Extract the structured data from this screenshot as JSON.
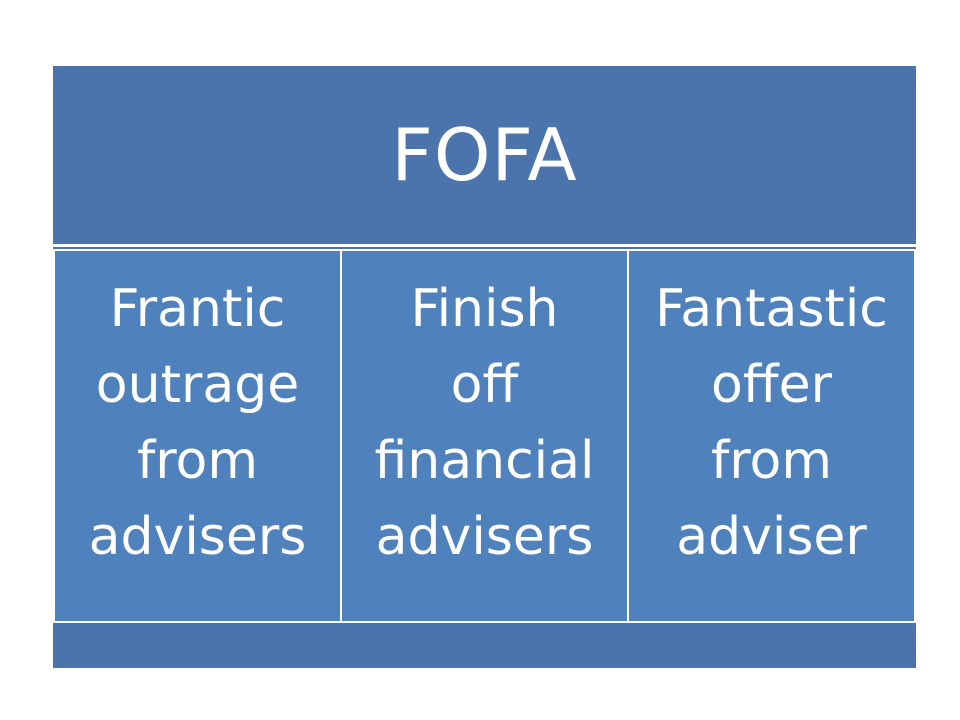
{
  "diagram": {
    "title": "FOFA",
    "boxes": [
      {
        "text": "Frantic\noutrage\nfrom\nadvisers"
      },
      {
        "text": "Finish\noff\nfinancial\nadvisers"
      },
      {
        "text": "Fantastic\noffer\nfrom\nadviser"
      }
    ]
  },
  "colors": {
    "header_background": "#4a74ab",
    "box_background": "#4f81bd",
    "text": "#ffffff",
    "border": "#ffffff"
  }
}
